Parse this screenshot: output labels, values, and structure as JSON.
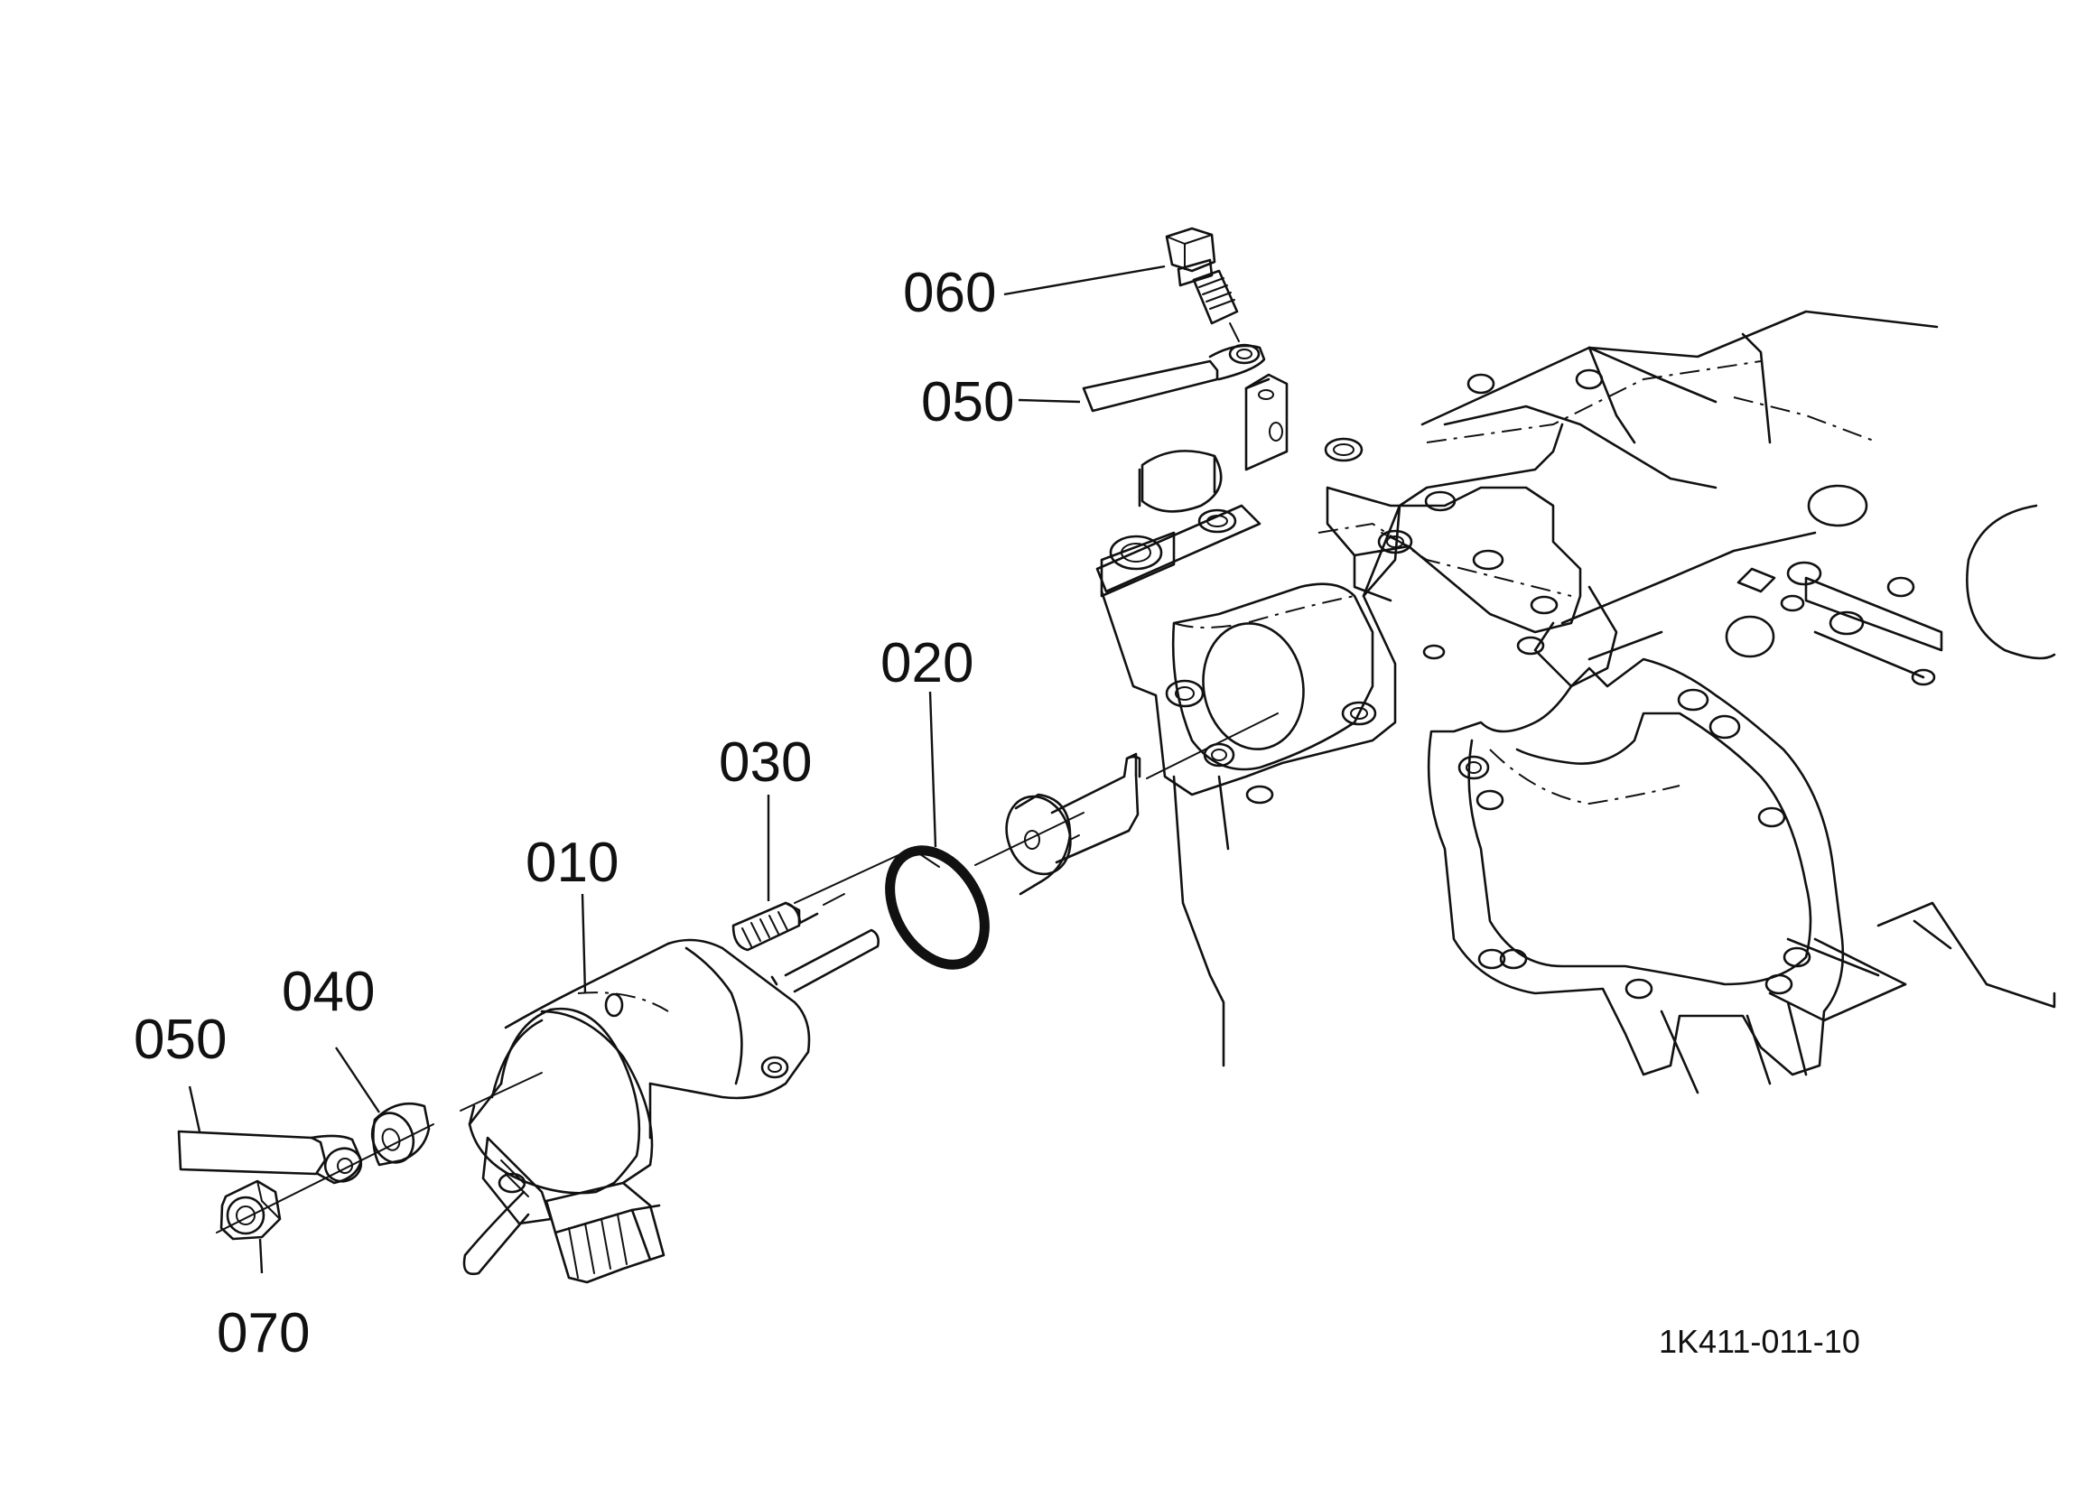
{
  "callouts": {
    "c060": "060",
    "c050_top": "050",
    "c020": "020",
    "c030": "030",
    "c010": "010",
    "c040": "040",
    "c050_left": "050",
    "c070": "070"
  },
  "drawing_number": "1K411-011-10"
}
